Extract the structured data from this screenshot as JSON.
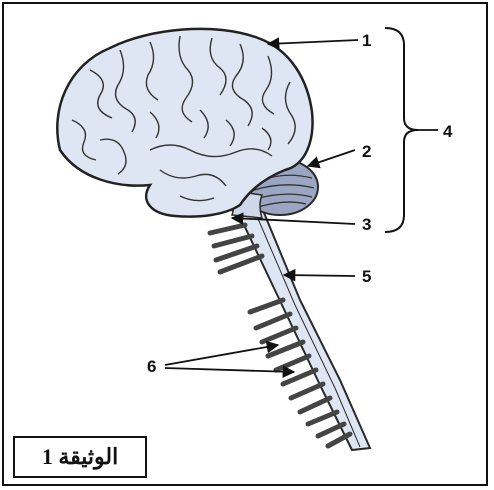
{
  "labels": {
    "one": "1",
    "two": "2",
    "three": "3",
    "four": "4",
    "five": "5",
    "six": "6"
  },
  "document_caption": "الوثيقة 1",
  "colors": {
    "brain_fill": "#dfe6f3",
    "cerebellum_fill": "#9aa6c2",
    "outline": "#2a2a2a",
    "arrow": "#111111"
  }
}
